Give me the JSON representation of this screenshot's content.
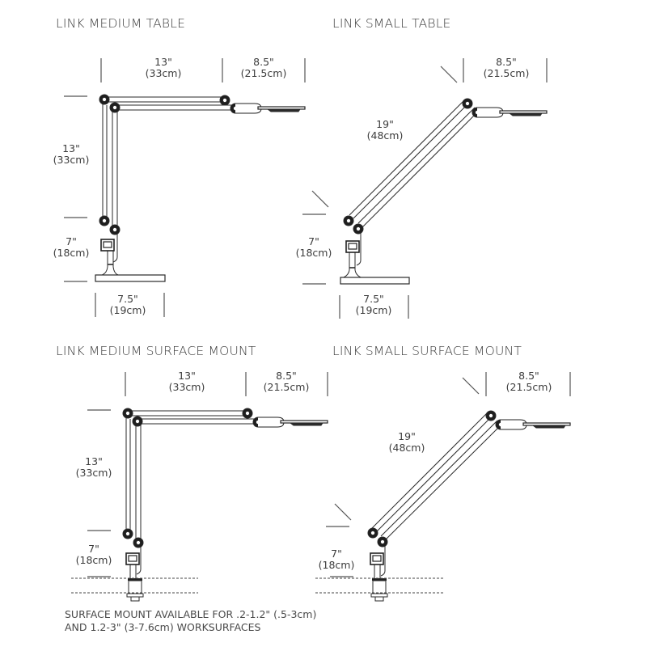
{
  "panels": [
    {
      "id": "medium-table",
      "title": "LINK MEDIUM TABLE",
      "dims": {
        "arm_top": {
          "in": "13\"",
          "cm": "(33cm)"
        },
        "head": {
          "in": "8.5\"",
          "cm": "(21.5cm)"
        },
        "arm_vertical": {
          "in": "13\"",
          "cm": "(33cm)"
        },
        "base_height": {
          "in": "7\"",
          "cm": "(18cm)"
        },
        "base_width": {
          "in": "7.5\"",
          "cm": "(19cm)"
        }
      }
    },
    {
      "id": "small-table",
      "title": "LINK SMALL TABLE",
      "dims": {
        "head": {
          "in": "8.5\"",
          "cm": "(21.5cm)"
        },
        "arm_diagonal": {
          "in": "19\"",
          "cm": "(48cm)"
        },
        "base_height": {
          "in": "7\"",
          "cm": "(18cm)"
        },
        "base_width": {
          "in": "7.5\"",
          "cm": "(19cm)"
        }
      }
    },
    {
      "id": "medium-surface-mount",
      "title": "LINK MEDIUM SURFACE MOUNT",
      "dims": {
        "arm_top": {
          "in": "13\"",
          "cm": "(33cm)"
        },
        "head": {
          "in": "8.5\"",
          "cm": "(21.5cm)"
        },
        "arm_vertical": {
          "in": "13\"",
          "cm": "(33cm)"
        },
        "base_height": {
          "in": "7\"",
          "cm": "(18cm)"
        }
      }
    },
    {
      "id": "small-surface-mount",
      "title": "LINK SMALL SURFACE MOUNT",
      "dims": {
        "head": {
          "in": "8.5\"",
          "cm": "(21.5cm)"
        },
        "arm_diagonal": {
          "in": "19\"",
          "cm": "(48cm)"
        },
        "base_height": {
          "in": "7\"",
          "cm": "(18cm)"
        }
      }
    }
  ],
  "footnote": {
    "line1": "SURFACE MOUNT AVAILABLE FOR .2-1.2\" (.5-3cm)",
    "line2": "AND 1.2-3\" (3-7.6cm) WORKSURFACES"
  },
  "colors": {
    "line": "#2a2a2a",
    "dim_line": "#555555",
    "text": "#3c3c3c"
  }
}
